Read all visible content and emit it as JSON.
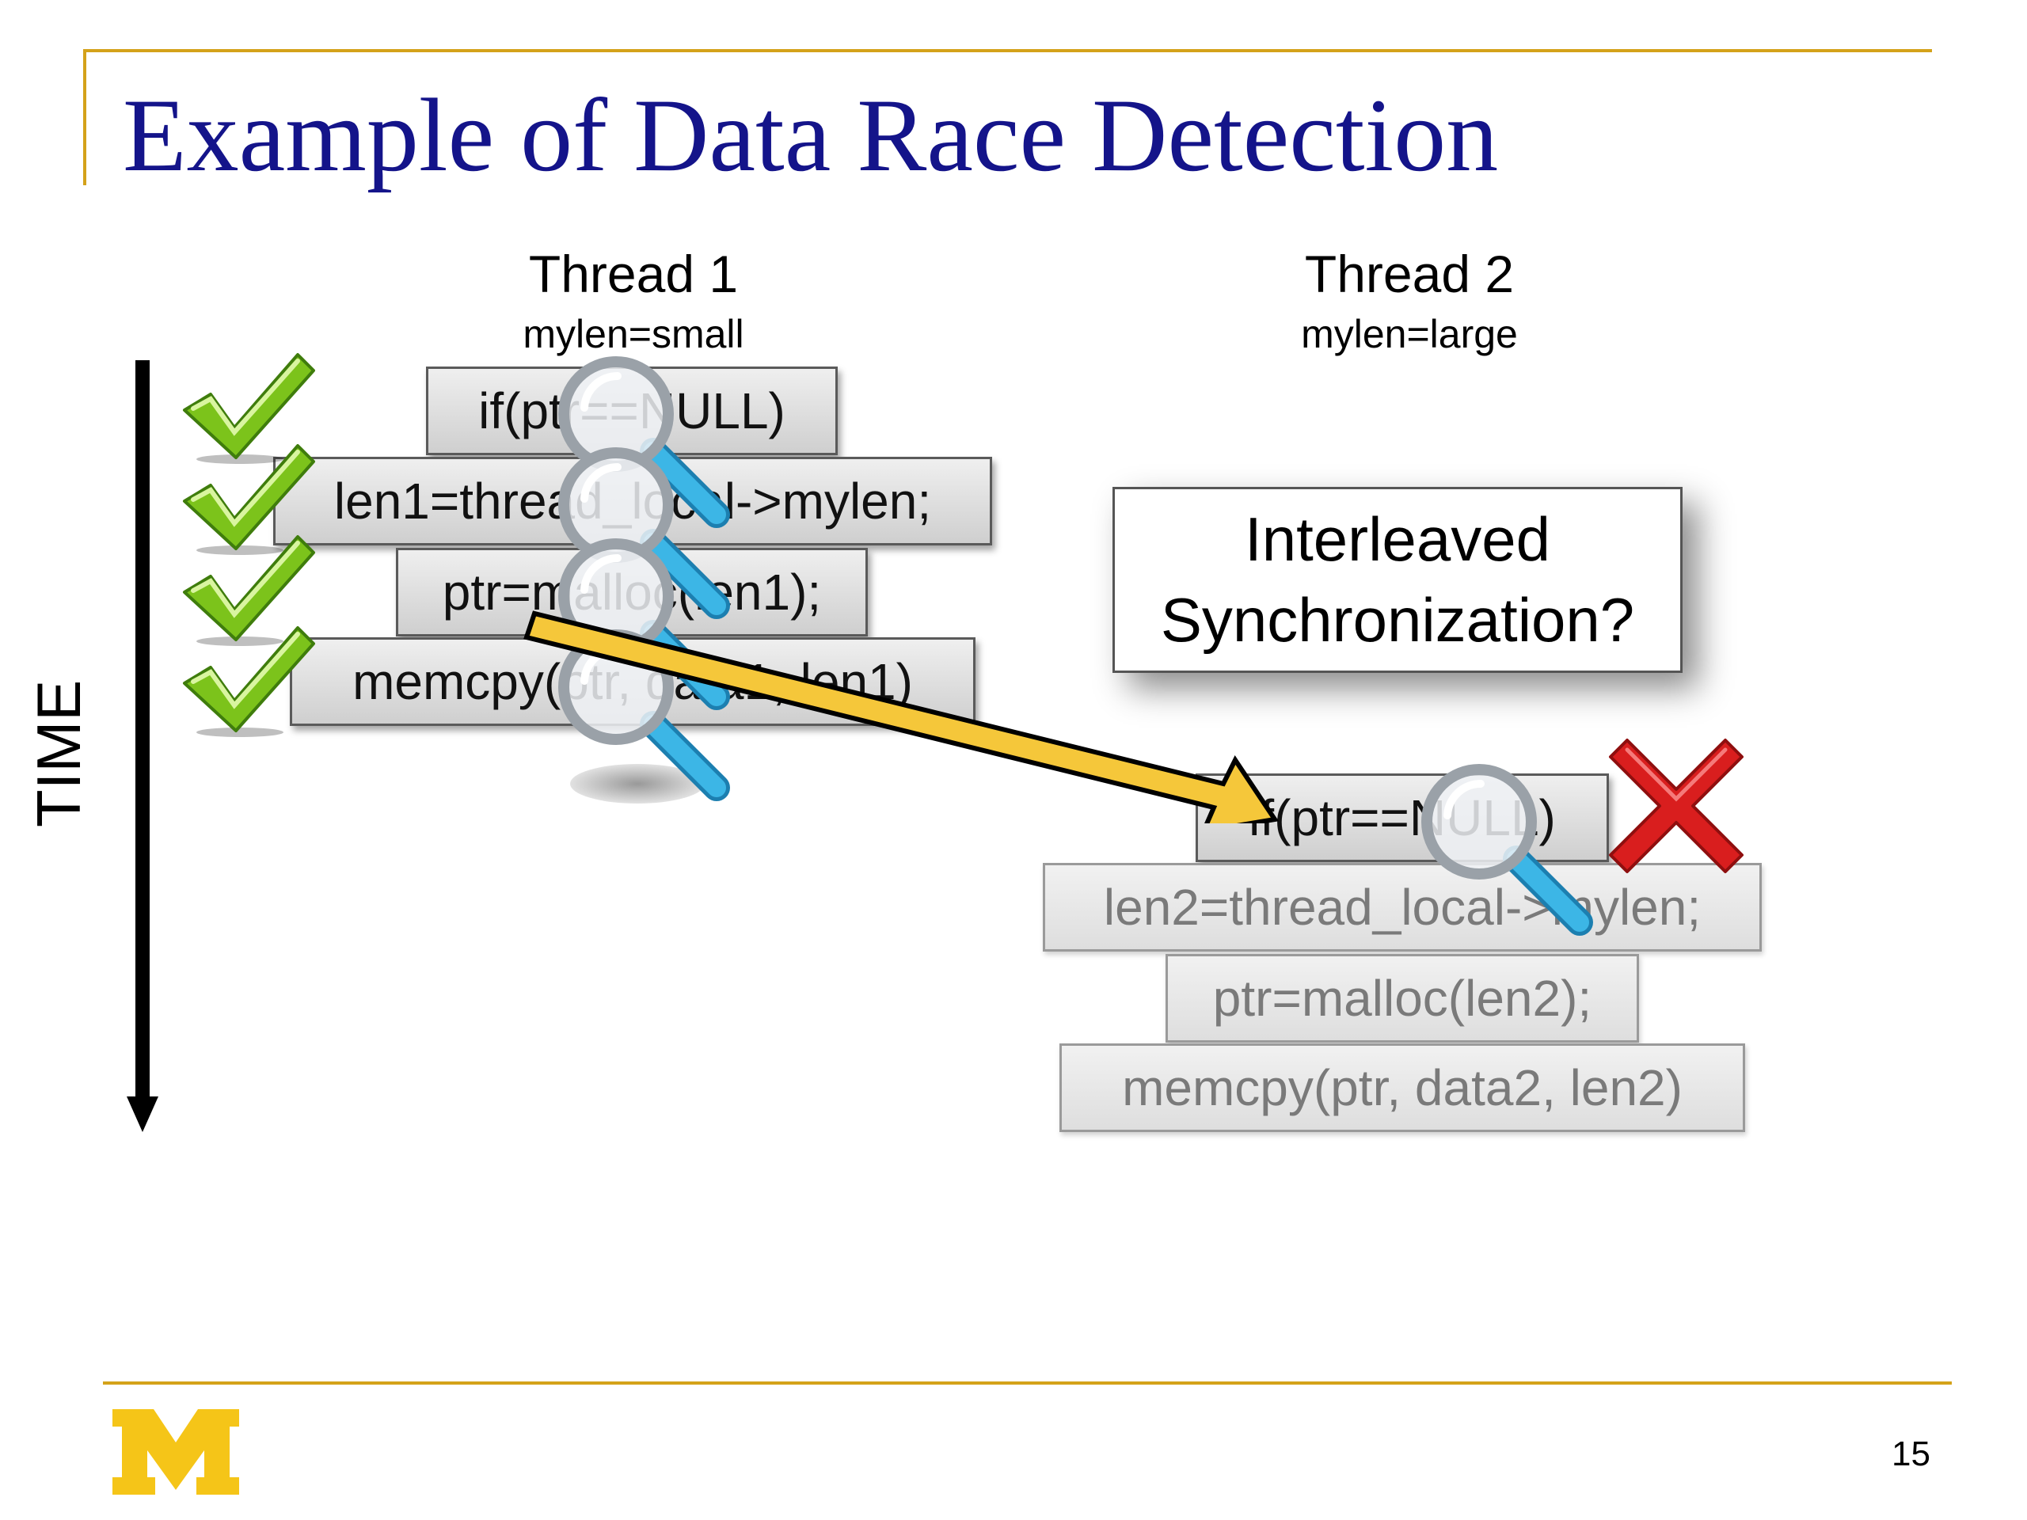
{
  "slide": {
    "title": "Example of Data Race Detection",
    "page_number": "15",
    "time_label": "TIME",
    "logo_letter": "M"
  },
  "thread1": {
    "name": "Thread 1",
    "subtitle": "mylen=small",
    "lines": [
      "if(ptr==NULL)",
      "len1=thread_local->mylen;",
      "ptr=malloc(len1);",
      "memcpy(ptr, data1, len1)"
    ],
    "status": "check-icon"
  },
  "thread2": {
    "name": "Thread 2",
    "subtitle": "mylen=large",
    "lines": [
      "if(ptr==NULL)",
      "len2=thread_local->mylen;",
      "ptr=malloc(len2);",
      "memcpy(ptr, data2, len2)"
    ],
    "status": "red-x-icon"
  },
  "callout": {
    "line1": "Interleaved",
    "line2": "Synchronization?"
  },
  "colors": {
    "title": "#14148a",
    "accent_rule": "#d4a21a",
    "check": "#7cc31b",
    "cross": "#d91e1e",
    "arrow": "#f5c73a",
    "magnifier_handle": "#2aa7d8",
    "logo": "#f5c518"
  }
}
